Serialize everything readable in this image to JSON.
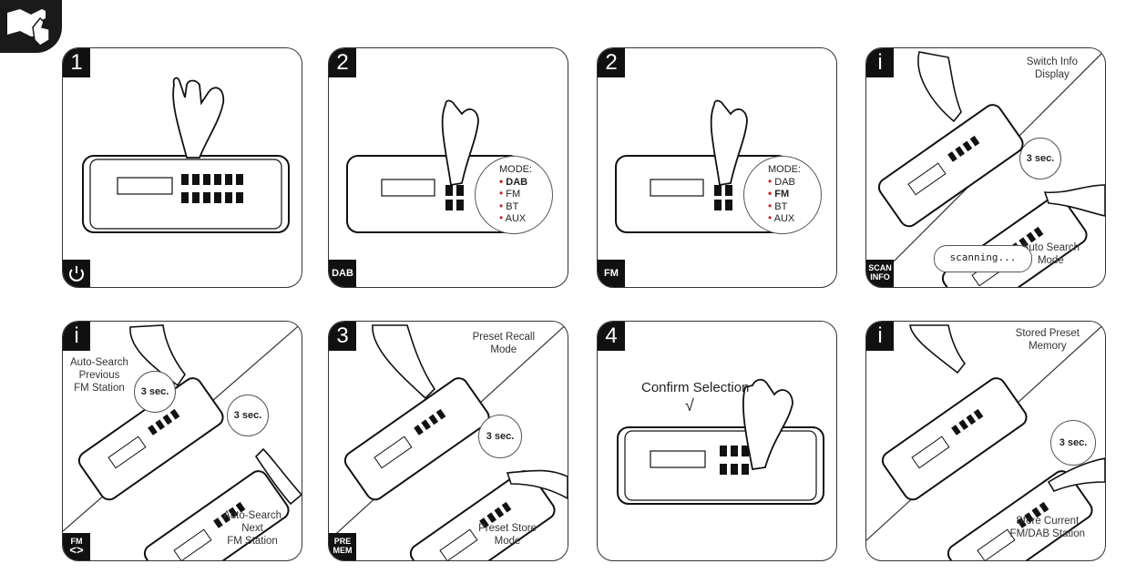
{
  "panels": [
    {
      "step": "1",
      "corner": "power-icon"
    },
    {
      "step": "2",
      "corner": "DAB",
      "mode_title": "MODE:",
      "modes": [
        "DAB",
        "FM",
        "BT",
        "AUX"
      ],
      "active": "DAB"
    },
    {
      "step": "2",
      "corner": "FM",
      "mode_title": "MODE:",
      "modes": [
        "DAB",
        "FM",
        "BT",
        "AUX"
      ],
      "active": "FM"
    },
    {
      "step": "i",
      "corner_top": "SCAN",
      "corner_bottom": "INFO",
      "top_caption": "Switch Info\nDisplay",
      "hold": "3 sec.",
      "scan": "scanning...",
      "bottom_caption": "Auto Search\nMode"
    },
    {
      "step": "i",
      "corner_top": "FM",
      "corner_bottom": "<>",
      "top_caption": "Auto-Search\nPrevious\nFM Station",
      "hold_a": "3 sec.",
      "hold_b": "3 sec.",
      "bottom_caption": "Auto-Search\nNext\nFM Station"
    },
    {
      "step": "3",
      "corner_top": "PRE",
      "corner_bottom": "MEM",
      "top_caption": "Preset Recall\nMode",
      "hold": "3 sec.",
      "bottom_caption": "Preset Store\nMode"
    },
    {
      "step": "4",
      "confirm": "Confirm Selection",
      "check": "√"
    },
    {
      "step": "i",
      "top_caption": "Stored Preset\nMemory",
      "hold": "3 sec.",
      "bottom_caption": "Store Current\nFM/DAB Station"
    }
  ]
}
